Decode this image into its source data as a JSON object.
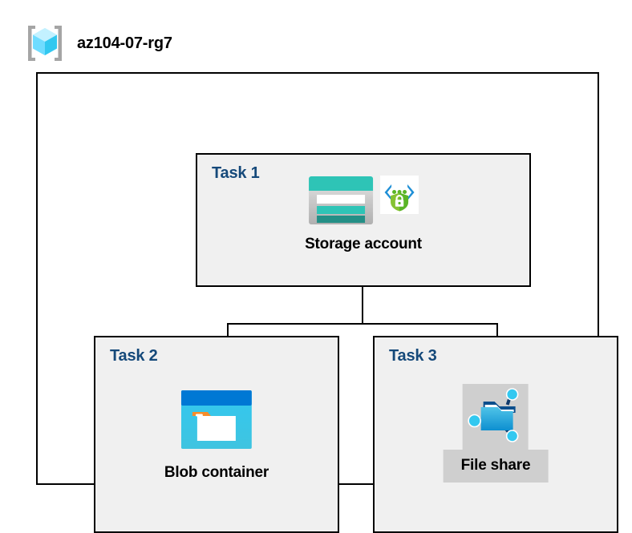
{
  "diagram": {
    "type": "azure-architecture-diagram",
    "resource_group": {
      "name": "az104-07-rg7",
      "icon": "resource-group-cube-icon"
    },
    "tasks": [
      {
        "id": "task1",
        "label": "Task 1",
        "node": {
          "caption": "Storage account",
          "icons": [
            "storage-account-icon",
            "secure-endpoint-shield-icon"
          ],
          "highlighted": false
        }
      },
      {
        "id": "task2",
        "label": "Task 2",
        "node": {
          "caption": "Blob container",
          "icons": [
            "blob-container-icon"
          ],
          "highlighted": false
        }
      },
      {
        "id": "task3",
        "label": "Task 3",
        "node": {
          "caption": "File share",
          "icons": [
            "file-share-icon"
          ],
          "highlighted": true
        }
      }
    ],
    "connections": [
      {
        "from": "Storage account",
        "to": "Blob container"
      },
      {
        "from": "Storage account",
        "to": "File share"
      }
    ],
    "colors": {
      "task_label": "#15497a",
      "box_fill": "#f0f0f0",
      "box_border": "#000000",
      "canvas": "#ffffff",
      "highlight": "#cfcfcf",
      "storage_teal": "#2ec4b6",
      "storage_teal_dark": "#238f86",
      "blob_blue_dark": "#0078d4",
      "blob_cyan": "#32c8f0",
      "blob_orange": "#f78d2a",
      "shield_green": "#5ab526",
      "bracket_blue": "#1f8fd6",
      "cube_cyan": "#50e6ff",
      "bracket_grey": "#a0a0a0"
    }
  }
}
